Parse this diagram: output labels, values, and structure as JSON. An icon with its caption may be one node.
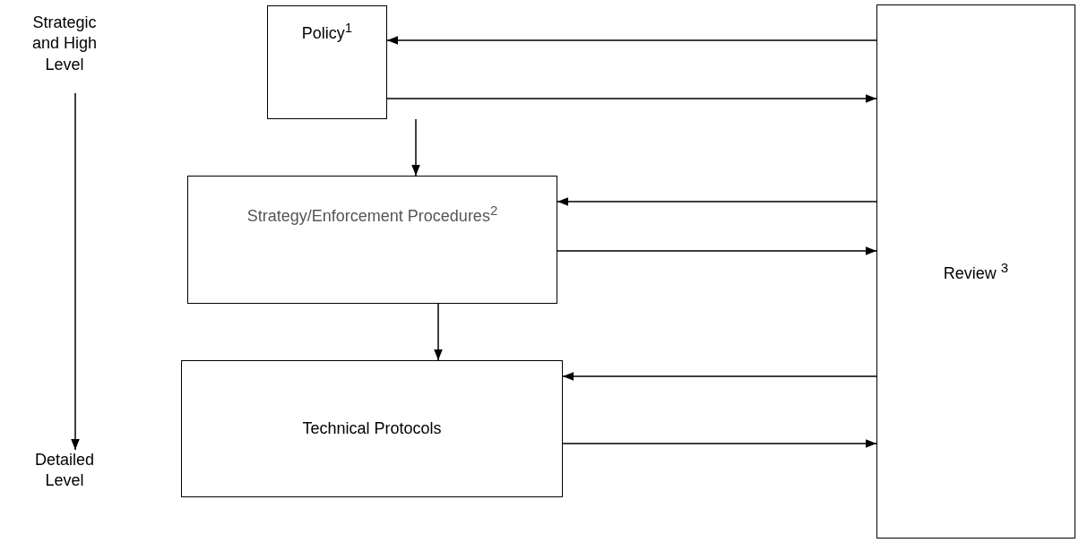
{
  "diagram": {
    "nodes": [
      {
        "text": [
          "Strategic and High Level"
        ]
      },
      {
        "text": [
          "Policy$^{1}$"
        ]
      },
      {
        "text": [
          "Strategy/Enforcement Procedures$^{2}$"
        ]
      },
      {
        "text": [
          "Technical Protocols"
        ]
      },
      {
        "text": [
          "Review $^{3}$"
        ]
      },
      {
        "text": [
          "Detailed Level"
        ]
      }
    ],
    "edges": [
      {
        "from": 4,
        "to": 1,
        "arrow": "to"
      },
      {
        "from": 1,
        "to": 4,
        "arrow": "to"
      },
      {
        "from": 1,
        "to": 2,
        "arrow": "to"
      },
      {
        "from": 4,
        "to": 2,
        "arrow": "to"
      },
      {
        "from": 2,
        "to": 4,
        "arrow": "to"
      },
      {
        "from": 2,
        "to": 3,
        "arrow": "to"
      },
      {
        "from": 4,
        "to": 3,
        "arrow": "to"
      },
      {
        "from": 3,
        "to": 4,
        "arrow": "to"
      },
      {
        "from": 0,
        "to": 5,
        "arrow": "to"
      }
    ]
  }
}
